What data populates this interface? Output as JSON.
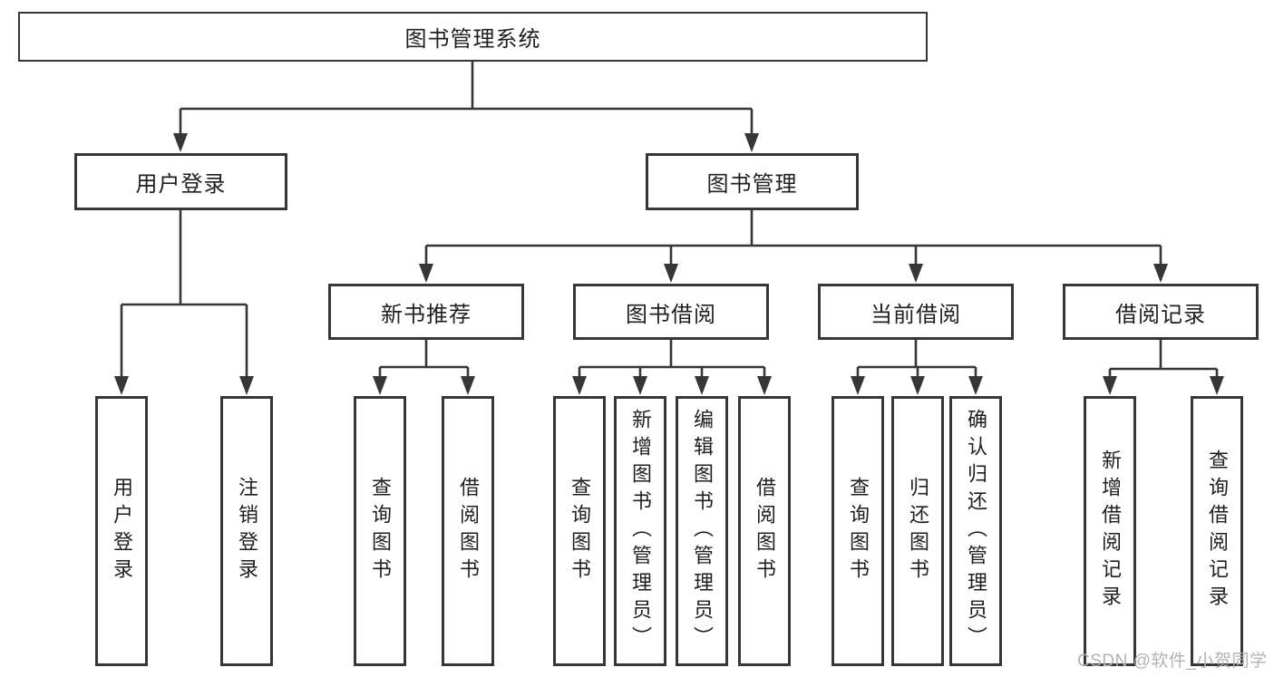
{
  "diagram": {
    "title_node": {
      "label": "图书管理系统"
    },
    "level2": [
      {
        "label": "用户登录"
      },
      {
        "label": "图书管理"
      }
    ],
    "level3": [
      {
        "label": "新书推荐"
      },
      {
        "label": "图书借阅"
      },
      {
        "label": "当前借阅"
      },
      {
        "label": "借阅记录"
      }
    ],
    "leaves": {
      "user_login": [
        {
          "label": "用户登录"
        },
        {
          "label": "注销登录"
        }
      ],
      "new_book": [
        {
          "label": "查询图书"
        },
        {
          "label": "借阅图书"
        }
      ],
      "book_borrow": [
        {
          "label": "查询图书"
        },
        {
          "label": "新增图书（管理员）"
        },
        {
          "label": "编辑图书（管理员）"
        },
        {
          "label": "借阅图书"
        }
      ],
      "current_borrow": [
        {
          "label": "查询图书"
        },
        {
          "label": "归还图书"
        },
        {
          "label": "确认归还（管理员）"
        }
      ],
      "borrow_record": [
        {
          "label": "新增借阅记录"
        },
        {
          "label": "查询借阅记录"
        }
      ]
    },
    "watermark": "CSDN @软件_小贺同学",
    "colors": {
      "line": "#363636",
      "text": "#1f1f1f",
      "watermark": "#b3b3b3",
      "background": "#ffffff"
    }
  }
}
